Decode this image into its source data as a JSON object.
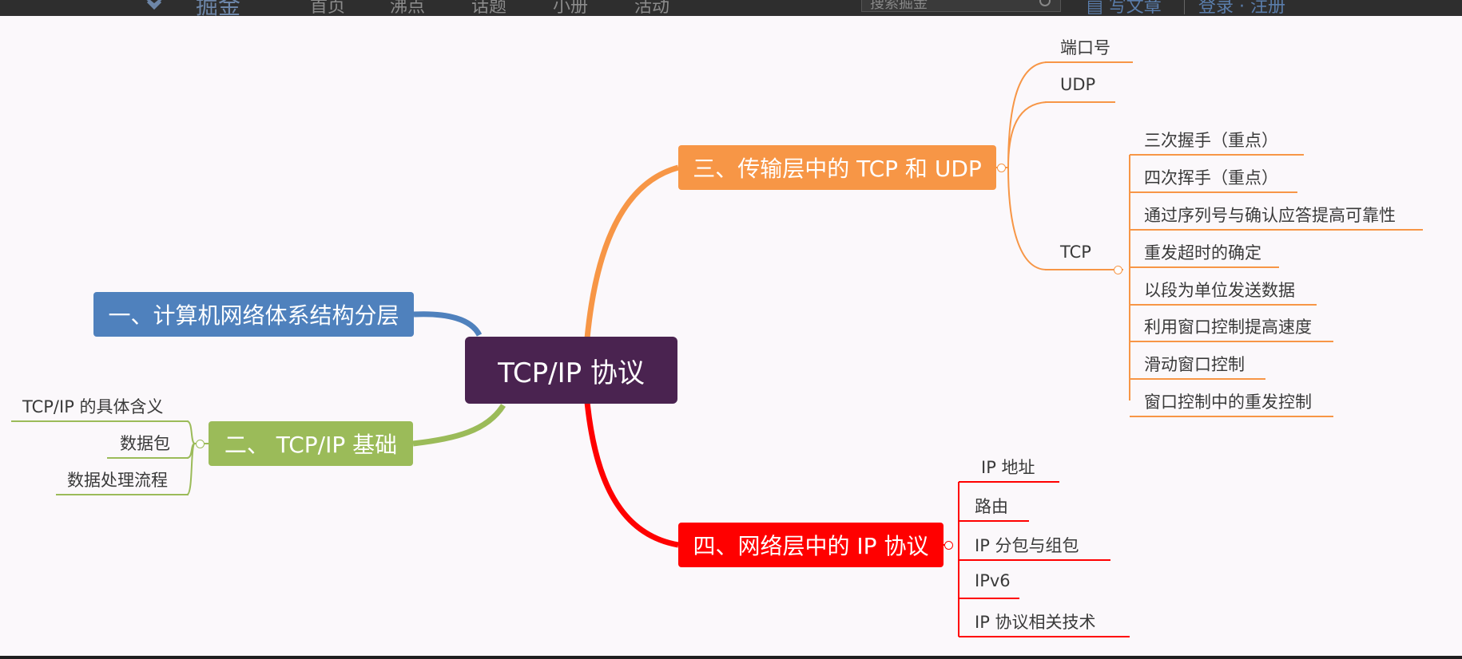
{
  "nav": {
    "brand": "掘金",
    "items": [
      "首页",
      "沸点",
      "话题",
      "小册",
      "活动"
    ],
    "search_placeholder": "搜索掘金",
    "write": "写文章",
    "login": "登录 · 注册"
  },
  "mindmap": {
    "root": "TCP/IP 协议",
    "branch1": {
      "label": "一、计算机网络体系结构分层",
      "color": "#4f81bd"
    },
    "branch2": {
      "label": "二、 TCP/IP 基础",
      "color": "#9bbb59",
      "children": [
        "TCP/IP 的具体含义",
        "数据包",
        "数据处理流程"
      ]
    },
    "branch3": {
      "label": "三、传输层中的 TCP 和 UDP",
      "color": "#f79646",
      "children": [
        "端口号",
        "UDP",
        "TCP"
      ],
      "tcp_children": [
        "三次握手（重点）",
        "四次挥手（重点）",
        "通过序列号与确认应答提高可靠性",
        "重发超时的确定",
        "以段为单位发送数据",
        "利用窗口控制提高速度",
        "滑动窗口控制",
        "窗口控制中的重发控制"
      ]
    },
    "branch4": {
      "label": "四、网络层中的 IP 协议",
      "color": "#ff0000",
      "children": [
        "IP 地址",
        "路由",
        "IP 分包与组包",
        "IPv6",
        "IP 协议相关技术"
      ]
    }
  }
}
